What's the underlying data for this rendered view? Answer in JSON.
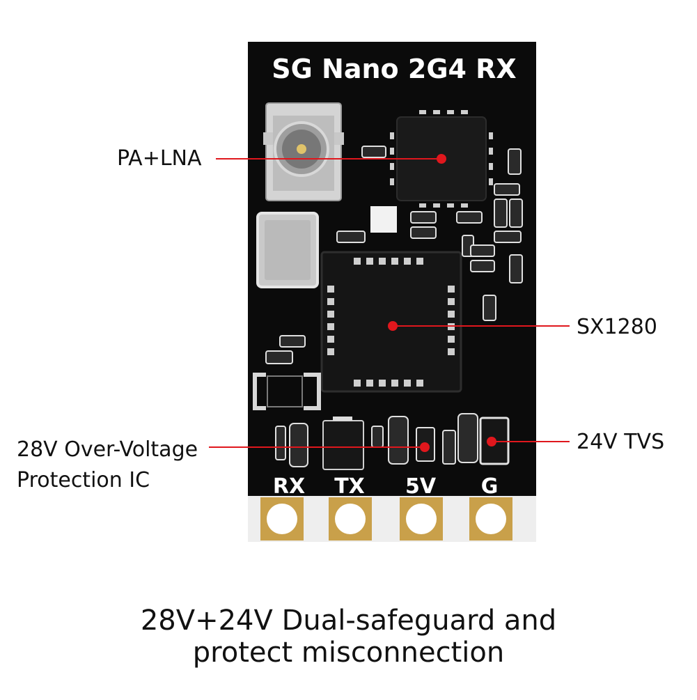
{
  "board": {
    "title": "SG Nano 2G4 RX",
    "pins": [
      "RX",
      "TX",
      "5V",
      "G"
    ]
  },
  "callouts": {
    "pa_lna": "PA+LNA",
    "sx1280": "SX1280",
    "ovp_line1": "28V Over-Voltage",
    "ovp_line2": "Protection IC",
    "tvs": "24V TVS"
  },
  "caption": {
    "line1": "28V+24V Dual-safeguard and",
    "line2": "protect misconnection"
  },
  "colors": {
    "pcb": "#0b0b0b",
    "pad_gold": "#c9a04a",
    "callout_line": "#e0171d",
    "text": "#111111"
  }
}
